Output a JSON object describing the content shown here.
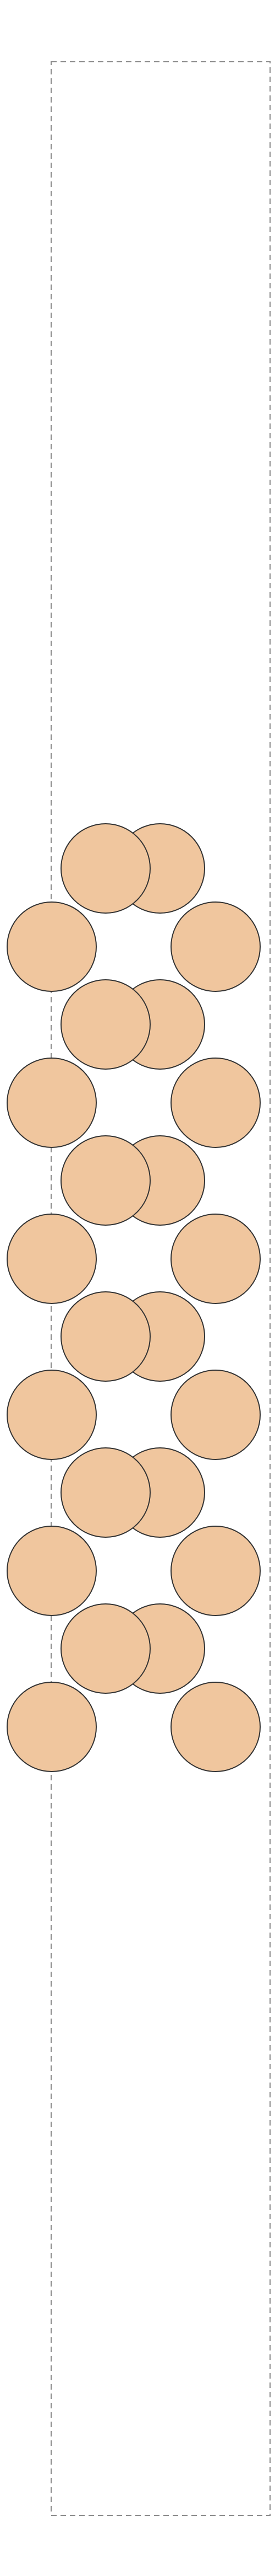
{
  "diagram": {
    "type": "sphere-packing-in-box",
    "box": {
      "stroke": "#8a8a8a",
      "dashed": true
    },
    "sphere_style": {
      "fill": "#f0c69e",
      "stroke": "#333333"
    },
    "spheres": [
      {
        "layer": "back",
        "column": "center",
        "row": 1
      },
      {
        "layer": "front",
        "column": "center",
        "row": 1
      },
      {
        "layer": "front",
        "column": "left",
        "row": 1
      },
      {
        "layer": "front",
        "column": "right",
        "row": 1
      },
      {
        "layer": "back",
        "column": "center",
        "row": 2
      },
      {
        "layer": "front",
        "column": "center",
        "row": 2
      },
      {
        "layer": "front",
        "column": "left",
        "row": 2
      },
      {
        "layer": "front",
        "column": "right",
        "row": 2
      },
      {
        "layer": "back",
        "column": "center",
        "row": 3
      },
      {
        "layer": "front",
        "column": "center",
        "row": 3
      },
      {
        "layer": "front",
        "column": "left",
        "row": 3
      },
      {
        "layer": "front",
        "column": "right",
        "row": 3
      },
      {
        "layer": "back",
        "column": "center",
        "row": 4
      },
      {
        "layer": "front",
        "column": "center",
        "row": 4
      },
      {
        "layer": "front",
        "column": "left",
        "row": 4
      },
      {
        "layer": "front",
        "column": "right",
        "row": 4
      },
      {
        "layer": "back",
        "column": "center",
        "row": 5
      },
      {
        "layer": "front",
        "column": "center",
        "row": 5
      },
      {
        "layer": "front",
        "column": "left",
        "row": 5
      },
      {
        "layer": "front",
        "column": "right",
        "row": 5
      },
      {
        "layer": "back",
        "column": "center",
        "row": 6
      },
      {
        "layer": "front",
        "column": "center",
        "row": 6
      },
      {
        "layer": "front",
        "column": "left",
        "row": 6
      },
      {
        "layer": "front",
        "column": "right",
        "row": 6
      }
    ]
  },
  "page": {
    "background": "#ffffff"
  }
}
